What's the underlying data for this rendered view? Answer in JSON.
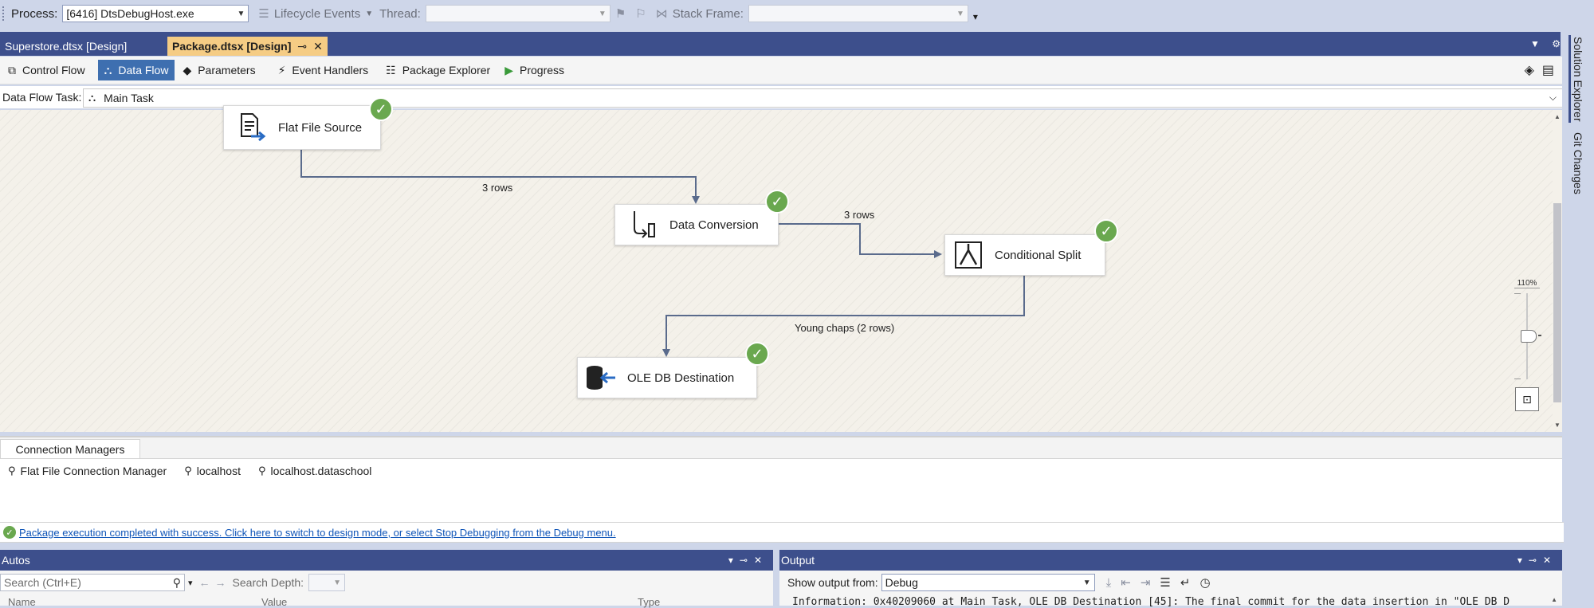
{
  "debug_bar": {
    "process_label": "Process:",
    "process_value": "[6416] DtsDebugHost.exe",
    "lifecycle_label": "Lifecycle Events",
    "thread_label": "Thread:",
    "stack_frame_label": "Stack Frame:"
  },
  "doc_tabs": [
    {
      "label": "Superstore.dtsx [Design]",
      "active": false
    },
    {
      "label": "Package.dtsx [Design]",
      "active": true
    }
  ],
  "designer_tabs": [
    {
      "label": "Control Flow",
      "active": false
    },
    {
      "label": "Data Flow",
      "active": true
    },
    {
      "label": "Parameters",
      "active": false
    },
    {
      "label": "Event Handlers",
      "active": false
    },
    {
      "label": "Package Explorer",
      "active": false
    },
    {
      "label": "Progress",
      "active": false
    }
  ],
  "data_flow_task": {
    "label": "Data Flow Task:",
    "value": "Main Task"
  },
  "canvas": {
    "nodes": {
      "flat_file_source": "Flat File Source",
      "data_conversion": "Data Conversion",
      "conditional_split": "Conditional Split",
      "oledb_destination": "OLE DB Destination"
    },
    "paths": {
      "source_to_conversion": "3 rows",
      "conversion_to_split": "3 rows",
      "split_to_destination": "Young chaps (2 rows)"
    },
    "zoom_label": "110%",
    "zoom_level": 110
  },
  "right_strip": {
    "solution_explorer": "Solution Explorer",
    "git_changes": "Git Changes"
  },
  "connection_managers": {
    "tab_label": "Connection Managers",
    "items": [
      "Flat File Connection Manager",
      "localhost",
      "localhost.dataschool"
    ]
  },
  "status": {
    "message": "Package execution completed with success. Click here to switch to design mode, or select Stop Debugging from the Debug menu."
  },
  "autos": {
    "title": "Autos",
    "search_placeholder": "Search (Ctrl+E)",
    "search_depth_label": "Search Depth:",
    "columns": [
      "Name",
      "Value",
      "Type"
    ]
  },
  "output": {
    "title": "Output",
    "show_from_label": "Show output from:",
    "show_from_value": "Debug",
    "first_line": "Information: 0x40209060 at Main Task, OLE DB Destination [45]: The final commit for the data insertion  in \"OLE DB D"
  },
  "colors": {
    "accent_tab": "#f5cc84",
    "header_blue": "#3d4f8c",
    "success_green": "#6aa84f"
  }
}
